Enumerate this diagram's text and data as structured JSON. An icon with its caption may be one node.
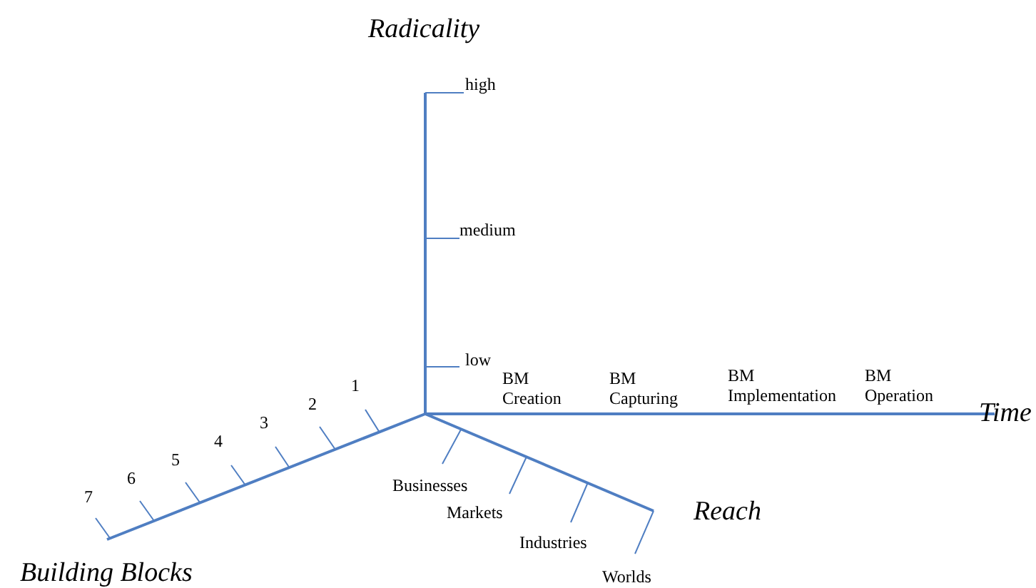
{
  "diagram": {
    "labels": [
      "Radicality",
      "high",
      "medium",
      "low",
      "BM Creation",
      "BM Capturing",
      "BM Implementation",
      "BM Operation",
      "Time",
      "1",
      "2",
      "3",
      "4",
      "5",
      "6",
      "7",
      "Businesses",
      "Markets",
      "Reach",
      "Industries",
      "Worlds",
      "Building Blocks"
    ]
  }
}
